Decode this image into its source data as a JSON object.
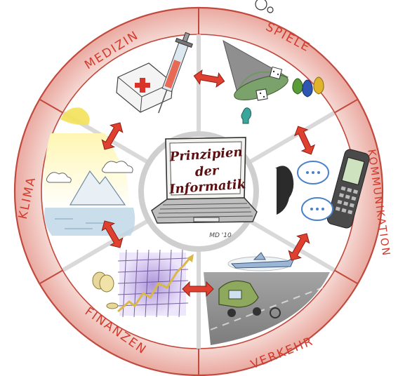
{
  "center": {
    "line1": "Prinzipien",
    "line2": "der",
    "line3": "Informatik",
    "signature": "MD '10"
  },
  "segments": [
    {
      "id": "medizin",
      "label": "MEDIZIN"
    },
    {
      "id": "spiele",
      "label": "SPIELE"
    },
    {
      "id": "kommunikation",
      "label": "KOMMUNIKATION"
    },
    {
      "id": "verkehr",
      "label": "VERKEHR"
    },
    {
      "id": "finanzen",
      "label": "FINANZEN"
    },
    {
      "id": "klima",
      "label": "KLIMA"
    }
  ],
  "colors": {
    "ring": "#f2c9c4",
    "ring_stroke": "#b22a22",
    "label": "#d33a2c",
    "arrow": "#e0402f",
    "center_text": "#5a1010"
  }
}
